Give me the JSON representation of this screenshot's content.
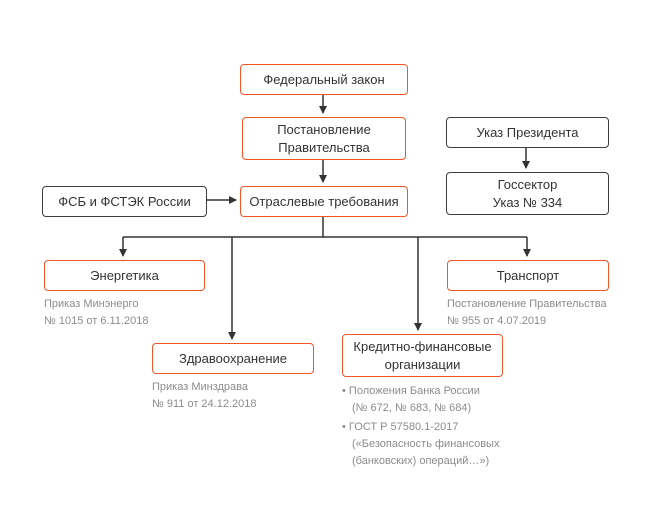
{
  "colors": {
    "accent": "#F1562A",
    "dark": "#3D3D3D",
    "arrow": "#333333",
    "caption_text": "#8C8C8C"
  },
  "diagram": {
    "federal_law": {
      "label": "Федеральный закон"
    },
    "government_decree": {
      "label": "Постановление\nПравительства"
    },
    "presidential_decree": {
      "label": "Указ Президента"
    },
    "gossector": {
      "label": "Госсектор\nУказ № 334"
    },
    "fsb_fstek": {
      "label": "ФСБ и ФСТЭК России"
    },
    "industry_requirements": {
      "label": "Отраслевые требования"
    },
    "energy": {
      "label": "Энергетика",
      "caption": "Приказ Минэнерго\n№ 1015 от 6.11.2018"
    },
    "healthcare": {
      "label": "Здравоохранение",
      "caption": "Приказ Минздрава\n№ 911 от 24.12.2018"
    },
    "credit_financial": {
      "label": "Кредитно-финансовые\nорганизации",
      "caption_1": "• Положения Банка России\n(№ 672, № 683, № 684)",
      "caption_2": "• ГОСТ Р 57580.1-2017\n(«Безопасность финансовых\n(банковских) операций…»)"
    },
    "transport": {
      "label": "Транспорт",
      "caption": "Постановление Правительства\n№ 955 от 4.07.2019"
    }
  }
}
